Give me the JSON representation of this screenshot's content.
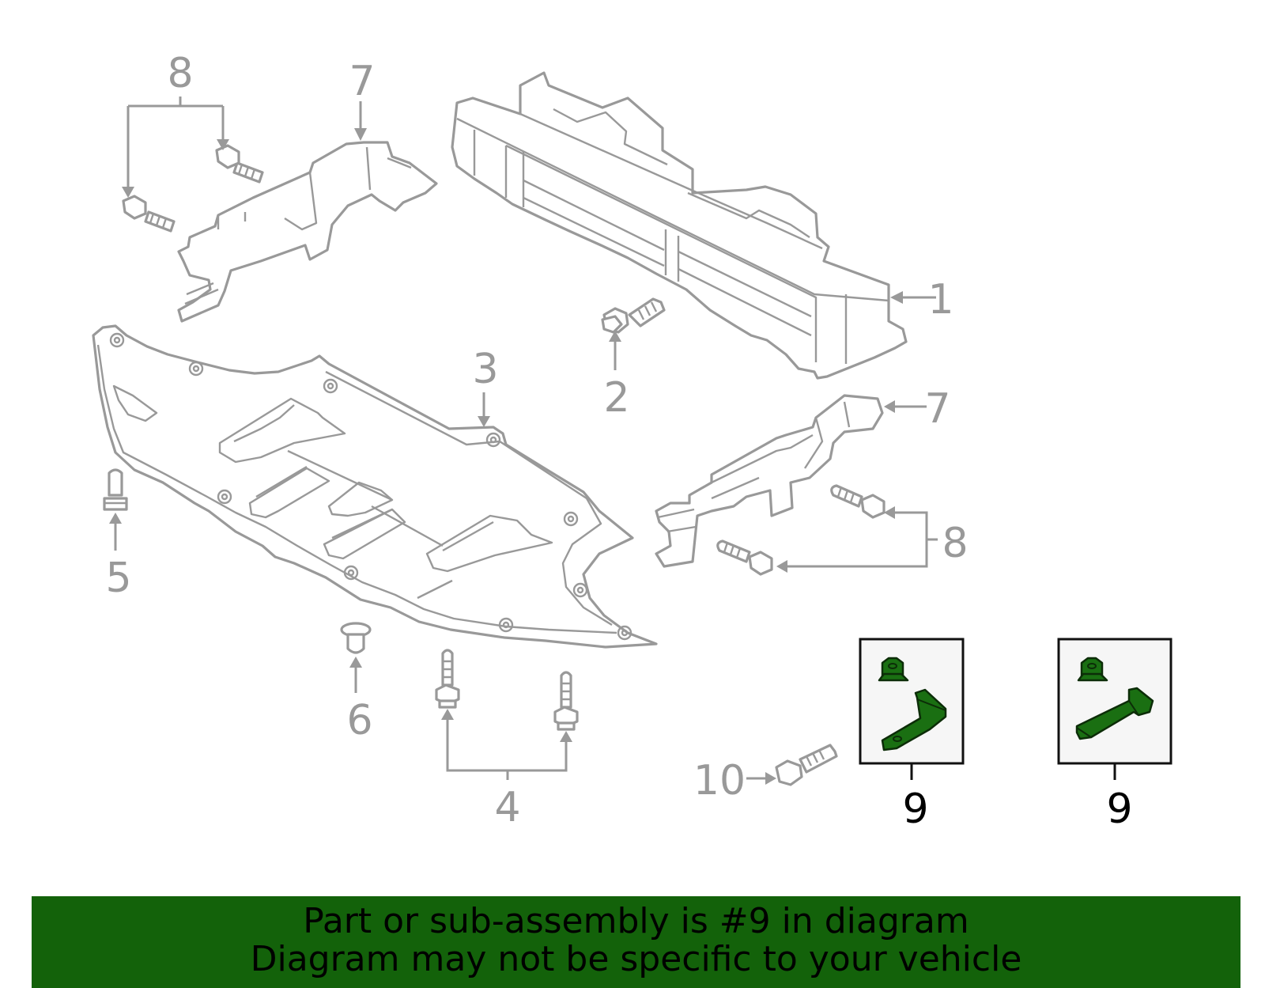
{
  "callouts": {
    "c1": "1",
    "c2": "2",
    "c3": "3",
    "c4": "4",
    "c5": "5",
    "c6": "6",
    "c7a": "7",
    "c7b": "7",
    "c8a": "8",
    "c8b": "8",
    "c9a": "9",
    "c9b": "9",
    "c10": "10"
  },
  "highlight_part": "9",
  "colors": {
    "part_line": "#999999",
    "highlight": "#1a6f12",
    "banner": "#13620a"
  },
  "banner": {
    "line1": "Part or sub-assembly is #9 in diagram",
    "line2": "Diagram may not be specific to your vehicle"
  }
}
